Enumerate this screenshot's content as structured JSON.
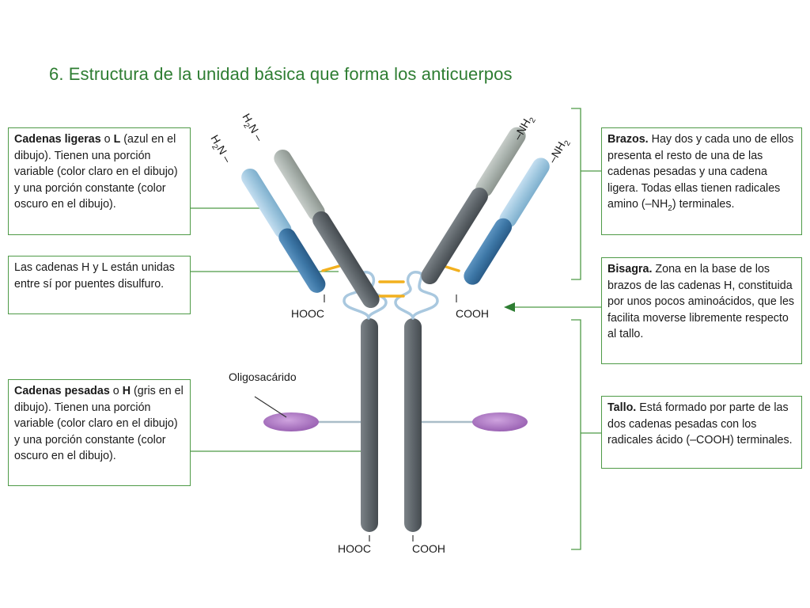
{
  "slide": {
    "title": "6. Estructura de la unidad básica que forma los anticuerpos"
  },
  "boxes": {
    "light_chains": {
      "bold": "Cadenas ligeras",
      "conj": " o ",
      "bold2": "L",
      "text": " (azul en el dibujo). Tienen una porción variable (color claro en el dibujo) y una porción constante (color oscuro en el dibujo)."
    },
    "disulfide": {
      "text": "Las cadenas H y L están unidas entre sí por puentes disulfuro."
    },
    "heavy_chains": {
      "bold": "Cadenas pesadas",
      "conj": " o ",
      "bold2": "H",
      "text": " (gris en el dibujo). Tienen una porción variable (color claro en el dibujo) y una porción constante (color oscuro en el dibujo)."
    },
    "arms": {
      "bold": "Brazos.",
      "text": " Hay dos y cada uno de ellos presenta el resto de una de las cadenas pesadas y una cadena ligera. Todas ellas tienen radicales amino (–NH",
      "sub": "2",
      "text2": ") terminales."
    },
    "hinge": {
      "bold": "Bisagra.",
      "text": " Zona en la base de los brazos de las cadenas H, constituida por unos pocos aminoácidos, que les facilita moverse libremente respecto al tallo."
    },
    "stem": {
      "bold": "Tallo.",
      "text": " Está formado por parte de las dos cadenas pesadas con los radicales ácido (–COOH) terminales."
    }
  },
  "labels": {
    "h2n": "H",
    "h2n_sub": "2",
    "h2n_end": "N –",
    "nh2": "–NH",
    "nh2_sub": "2",
    "hooc": "HOOC",
    "cooh": "COOH",
    "oligosaccharide": "Oligosacárido"
  },
  "colors": {
    "title": "#2e7d32",
    "box_border": "#4e9a46",
    "heavy_light": "#a9b2ad",
    "heavy_dark": "#5f666b",
    "light_light": "#9fc7df",
    "light_dark": "#3d77a6",
    "disulfide": "#f2b01e",
    "hinge": "#a9c8df",
    "oligo": "#b07cc6",
    "oligo_stem": "#a9bdc8",
    "arrow": "#2e7d32"
  }
}
